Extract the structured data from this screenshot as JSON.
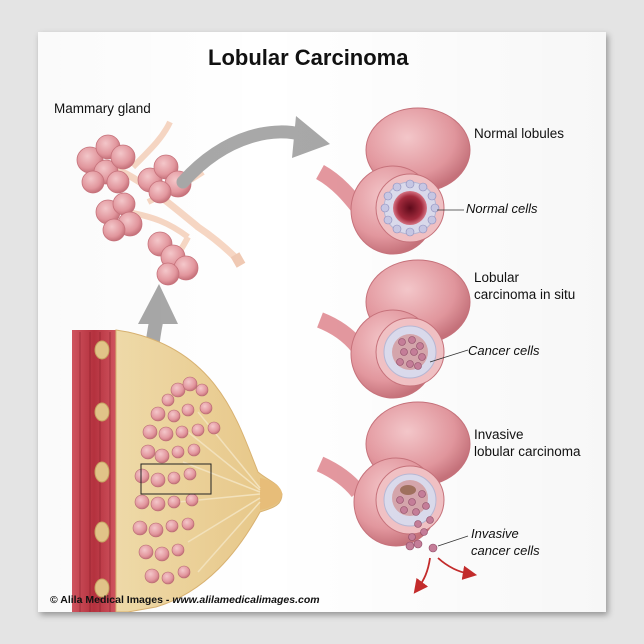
{
  "title": "Lobular Carcinoma",
  "labels": {
    "mammary_gland": "Mammary gland",
    "normal_lobules": "Normal lobules",
    "normal_cells": "Normal cells",
    "lcis_line1": "Lobular",
    "lcis_line2": "carcinoma in situ",
    "cancer_cells": "Cancer cells",
    "ilc_line1": "Invasive",
    "ilc_line2": "lobular carcinoma",
    "invasive_cells_line1": "Invasive",
    "invasive_cells_line2": "cancer cells"
  },
  "footer": {
    "copyright": "© Alila Medical Images",
    "separator": "-",
    "url": "www.alilamedicalimages.com"
  },
  "colors": {
    "lobule": "#e4989f",
    "lobule_light": "#f3c3c6",
    "muscle": "#c3434e",
    "fat": "#ebd19a",
    "duct": "#f7d7c4",
    "lumen": "#8e1b2e",
    "arrow": "#a8a8a8",
    "invasion_arrow": "#c62c2c"
  }
}
